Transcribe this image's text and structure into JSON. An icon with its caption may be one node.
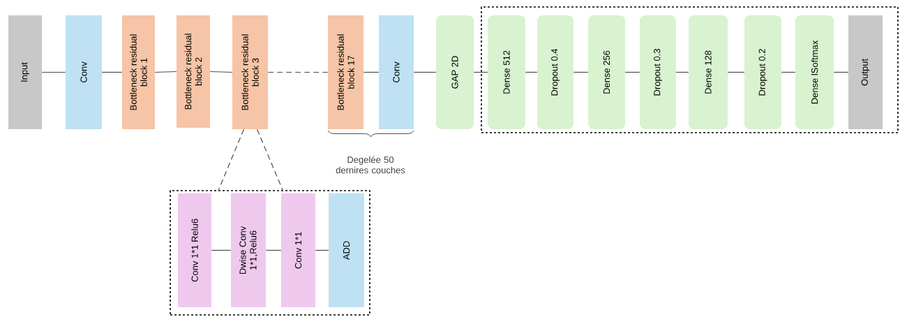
{
  "diagram": {
    "nodes": [
      {
        "text": [
          "Input"
        ]
      },
      {
        "text": [
          "Conv"
        ]
      },
      {
        "text": [
          "Bottleneck residual block 1"
        ]
      },
      {
        "text": [
          "Bottleneck residual block 2"
        ]
      },
      {
        "text": [
          "Bottleneck residual block 3"
        ]
      },
      {
        "text": [
          "Bottleneck residual block 17"
        ]
      },
      {
        "text": [
          "Conv"
        ]
      },
      {
        "text": [
          "GAP 2D"
        ]
      },
      {
        "text": [],
        "shape": "box"
      },
      {
        "text": [
          "Dense 512"
        ],
        "in": 8
      },
      {
        "text": [
          "Dropout 0.4"
        ],
        "in": 8
      },
      {
        "text": [
          "Dense 256"
        ],
        "in": 8
      },
      {
        "text": [
          "Dropout 0.3"
        ],
        "in": 8
      },
      {
        "text": [
          "Dense 128"
        ],
        "in": 8
      },
      {
        "text": [
          "Dropout 0.2"
        ],
        "in": 8
      },
      {
        "text": [
          "Dense lSoftmax"
        ],
        "in": 8
      },
      {
        "text": [
          "Output"
        ],
        "in": 8
      },
      {
        "text": [],
        "shape": "box"
      },
      {
        "text": [
          "Conv 1*1 Relu6"
        ],
        "in": 17
      },
      {
        "text": [
          "Dwise Conv 1*1,Relu6"
        ],
        "in": 17
      },
      {
        "text": [
          "Conv 1*1"
        ],
        "in": 17
      },
      {
        "text": [
          "ADD"
        ],
        "in": 17
      }
    ],
    "edges": [
      {
        "from": 0,
        "to": 1,
        "arrow": "none"
      },
      {
        "from": 1,
        "to": 2,
        "arrow": "none"
      },
      {
        "from": 2,
        "to": 3,
        "arrow": "none"
      },
      {
        "from": 3,
        "to": 4,
        "arrow": "none"
      },
      {
        "from": 4,
        "to": 5,
        "arrow": "none",
        "style": "dashed"
      },
      {
        "from": 5,
        "to": 6,
        "arrow": "none"
      },
      {
        "from": 6,
        "to": 7,
        "arrow": "none"
      },
      {
        "from": 7,
        "to": 9,
        "arrow": "none"
      },
      {
        "from": 9,
        "to": 10,
        "arrow": "none"
      },
      {
        "from": 10,
        "to": 11,
        "arrow": "none"
      },
      {
        "from": 11,
        "to": 12,
        "arrow": "none"
      },
      {
        "from": 12,
        "to": 13,
        "arrow": "none"
      },
      {
        "from": 13,
        "to": 14,
        "arrow": "none"
      },
      {
        "from": 14,
        "to": 15,
        "arrow": "none"
      },
      {
        "from": 15,
        "to": 16,
        "arrow": "none"
      },
      {
        "from": 4,
        "to": 17,
        "arrow": "none",
        "style": "dashed"
      },
      {
        "from": 4,
        "to": 17,
        "arrow": "none",
        "style": "dashed"
      },
      {
        "from": 18,
        "to": 19,
        "arrow": "none"
      },
      {
        "from": 19,
        "to": 20,
        "arrow": "none"
      },
      {
        "from": 20,
        "to": 21,
        "arrow": "none"
      }
    ],
    "labels": [
      "Degelée 50 dernires couches"
    ]
  }
}
